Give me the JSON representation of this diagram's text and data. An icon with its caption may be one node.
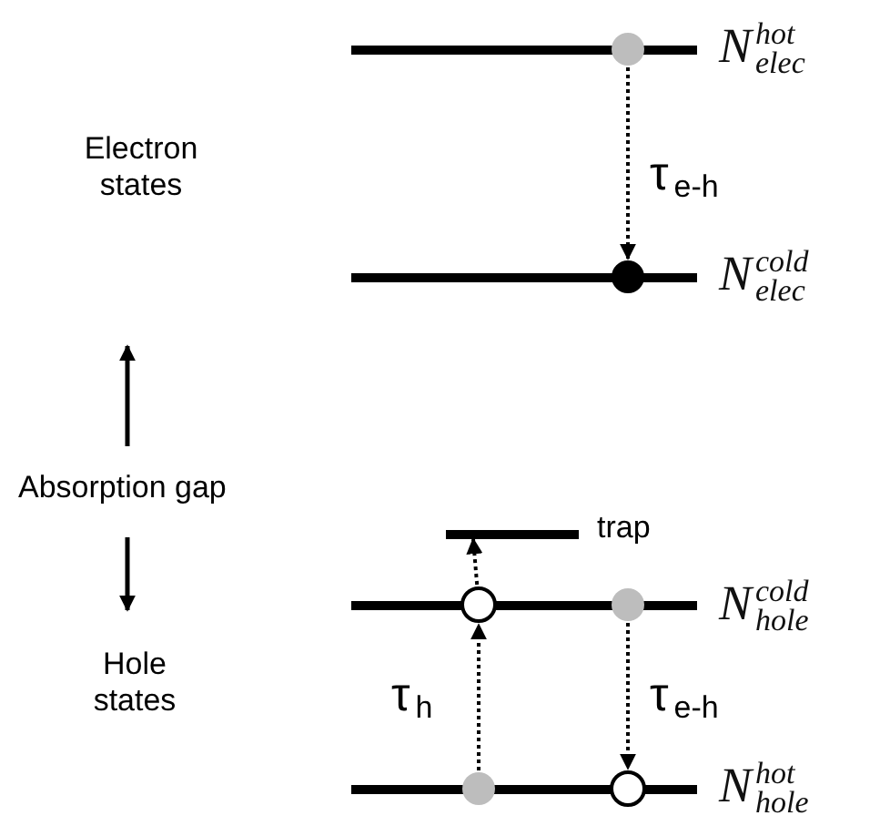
{
  "diagram": {
    "nodes": [
      {
        "text": [],
        "shape": "bar",
        "beside": [
          "N$^{hot}$$_{elec}$"
        ]
      },
      {
        "text": [],
        "shape": "circle"
      },
      {
        "text": [],
        "shape": "bar",
        "beside": [
          "N$^{cold}$$_{elec}$"
        ]
      },
      {
        "text": [],
        "shape": "circle"
      },
      {
        "text": [],
        "shape": "bar",
        "beside": [
          "trap"
        ]
      },
      {
        "text": [],
        "shape": "bar",
        "beside": [
          "N$^{cold}$$_{hole}$"
        ]
      },
      {
        "text": [],
        "shape": "circle"
      },
      {
        "text": [],
        "shape": "circle"
      },
      {
        "text": [],
        "shape": "bar",
        "beside": [
          "N$^{hot}$$_{hole}$"
        ]
      },
      {
        "text": [],
        "shape": "circle"
      },
      {
        "text": [],
        "shape": "circle"
      }
    ],
    "edges": [
      {
        "from": 1,
        "to": 3,
        "arrow": "to",
        "label": "τ$_{e-h}$",
        "style": "dashed"
      },
      {
        "from": 9,
        "to": 6,
        "arrow": "to",
        "label": "τ$_{h}$",
        "style": "dashed"
      },
      {
        "from": 6,
        "to": 4,
        "arrow": "to",
        "style": "dashed"
      },
      {
        "from": 7,
        "to": 10,
        "arrow": "to",
        "label": "τ$_{e-h}$",
        "style": "dashed"
      }
    ],
    "labels": [
      "Electron states",
      "Absorption gap",
      "Hole states"
    ]
  }
}
